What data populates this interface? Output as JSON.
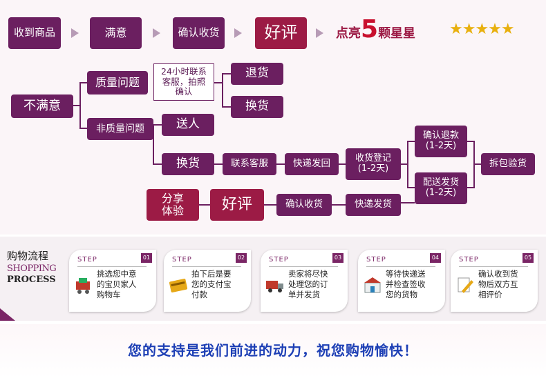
{
  "top_row": {
    "received": "收到商品",
    "satisfied": "满意",
    "confirm_receipt": "确认收货",
    "good_review": "好评",
    "light_prefix": "点亮",
    "light_number": "5",
    "light_suffix": "颗星星",
    "stars": "★★★★★"
  },
  "branch": {
    "unsatisfied": "不满意",
    "quality_issue": "质量问题",
    "contact_cs": "24小时联系\n客服，拍照\n确认",
    "return_goods": "退货",
    "exchange_goods": "换货",
    "non_quality_issue": "非质量问题",
    "give_away": "送人",
    "exchange2": "换货",
    "contact_service": "联系客服",
    "express_return": "快递发回",
    "receipt_register": "收货登记\n(1-2天)",
    "confirm_refund": "确认退款\n(1-2天)",
    "reship": "配送发货\n(1-2天)",
    "unpack_inspect": "拆包验货",
    "share_experience": "分享\n体验",
    "good_review2": "好评",
    "confirm_receipt2": "确认收货",
    "express_ship": "快递发货"
  },
  "shopping": {
    "title_cn": "购物流程",
    "title_en1": "SHOPPING",
    "title_en2": "PROCESS",
    "steps": [
      {
        "label": "STEP",
        "num": "01",
        "text": "挑选您中意\n的宝贝家人\n购物车",
        "icon": "cart-icon"
      },
      {
        "label": "STEP",
        "num": "02",
        "text": "拍下后是要\n您的支付宝\n付款",
        "icon": "wallet-icon"
      },
      {
        "label": "STEP",
        "num": "03",
        "text": "卖家将尽快\n处理您的订\n单并发货",
        "icon": "truck-icon"
      },
      {
        "label": "STEP",
        "num": "04",
        "text": "等待快递送\n并检查签收\n您的货物",
        "icon": "store-icon"
      },
      {
        "label": "STEP",
        "num": "05",
        "text": "确认收到货\n物后双方互\n相评价",
        "icon": "pencil-icon"
      }
    ]
  },
  "footer": {
    "message": "您的支持是我们前进的动力，祝您购物愉快！"
  },
  "colors": {
    "purple": "#6b1f60",
    "pink": "#9c1b45",
    "star": "#e8b00f",
    "footer_text": "#1d3fb5"
  }
}
